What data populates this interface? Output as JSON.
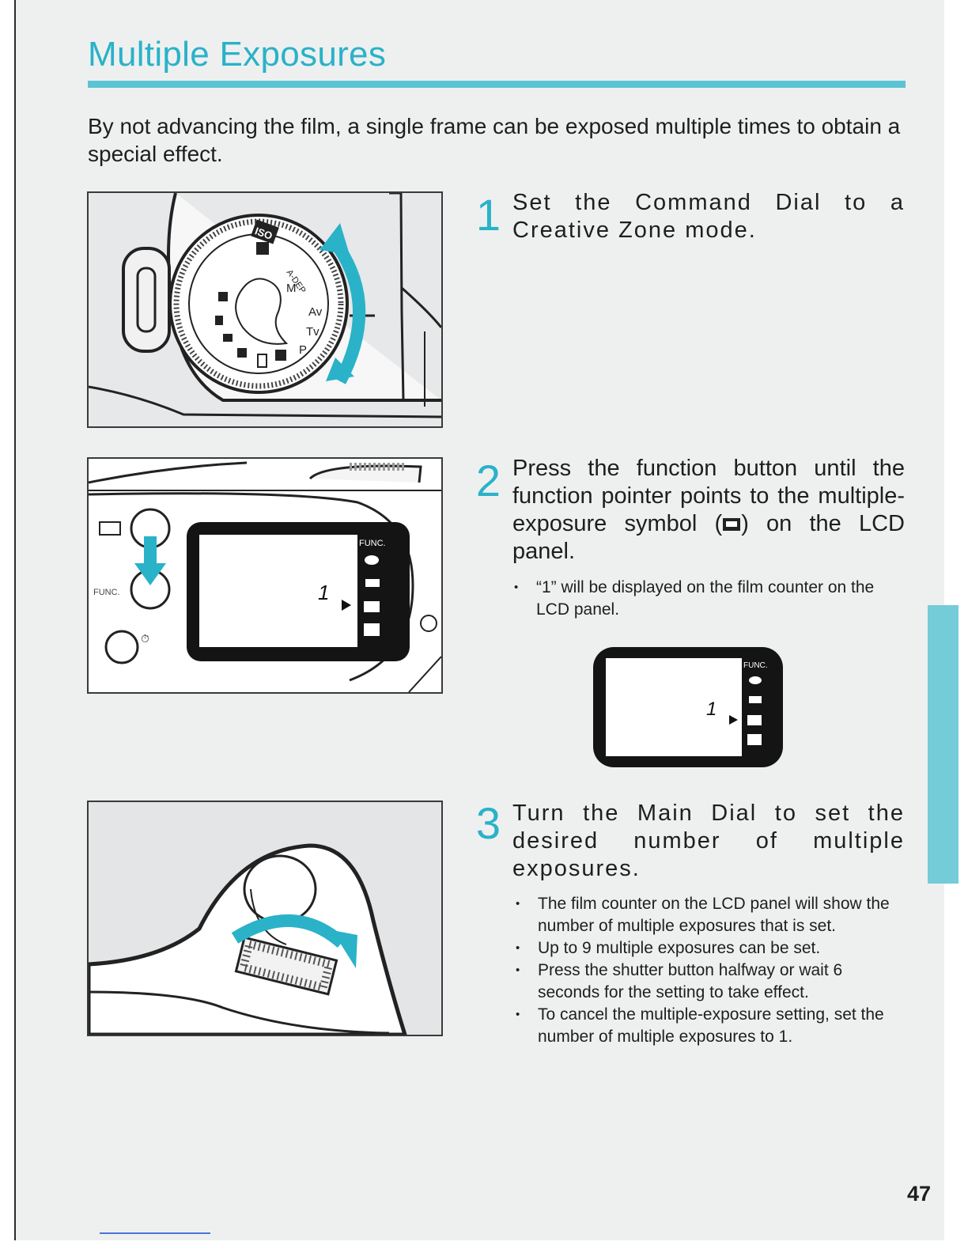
{
  "page": {
    "title": "Multiple Exposures",
    "intro": "By not advancing the film, a single frame can be exposed multiple times to obtain a special effect.",
    "page_number": "47"
  },
  "steps": [
    {
      "number": "1",
      "text": "Set the Command Dial to a Creative Zone mode."
    },
    {
      "number": "2",
      "text_before_symbol": "Press the function button until the function pointer points to the multiple-exposure symbol (",
      "text_after_symbol": ") on the LCD panel.",
      "notes": [
        "“1” will be displayed on the film counter on the LCD panel."
      ]
    },
    {
      "number": "3",
      "text": "Turn the Main Dial to set the desired number of multiple exposures.",
      "notes": [
        "The film counter on the LCD panel will show the number of multiple exposures that is set.",
        "Up to 9 multiple exposures can be set.",
        "Press the shutter button halfway or wait 6 seconds for the setting to take effect.",
        "To cancel the multiple-exposure setting, set the number of multiple exposures to 1."
      ]
    }
  ],
  "figures": {
    "command_dial": {
      "mode_labels": [
        "M",
        "Av",
        "Tv",
        "P",
        "A-DEP",
        "ISO"
      ],
      "icon": "command-dial-illustration"
    },
    "lcd_panel": {
      "function_label": "FUNC.",
      "button_label": "FUNC.",
      "counter": "1",
      "icons": [
        "eye-icon",
        "beep-icon",
        "multiple-exposure-icon",
        "drive-mode-icon"
      ]
    },
    "main_dial": {
      "icon": "main-dial-illustration"
    }
  },
  "colors": {
    "accent": "#2ab2c8",
    "rule": "#5cc3d3",
    "side_tab": "#74ccd9",
    "page_background": "#eef0f0"
  }
}
